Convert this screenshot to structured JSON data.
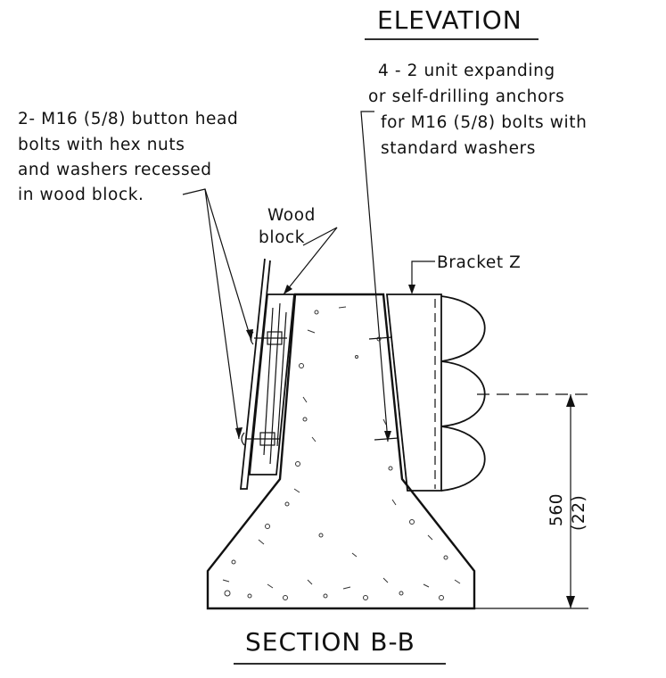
{
  "titles": {
    "top": "ELEVATION",
    "bottom": "SECTION B-B"
  },
  "notes": {
    "anchors": [
      "4 - 2 unit expanding",
      "or self-drilling anchors",
      "for M16 (5/8) bolts with",
      "standard washers"
    ],
    "bolts": [
      "2- M16 (5/8) button head",
      "bolts with hex nuts",
      "and washers recessed",
      "in wood block."
    ],
    "wood_block": [
      "Wood",
      "block"
    ],
    "bracket": "Bracket Z"
  },
  "dimension": {
    "value": "560",
    "imperial": "(22)"
  }
}
